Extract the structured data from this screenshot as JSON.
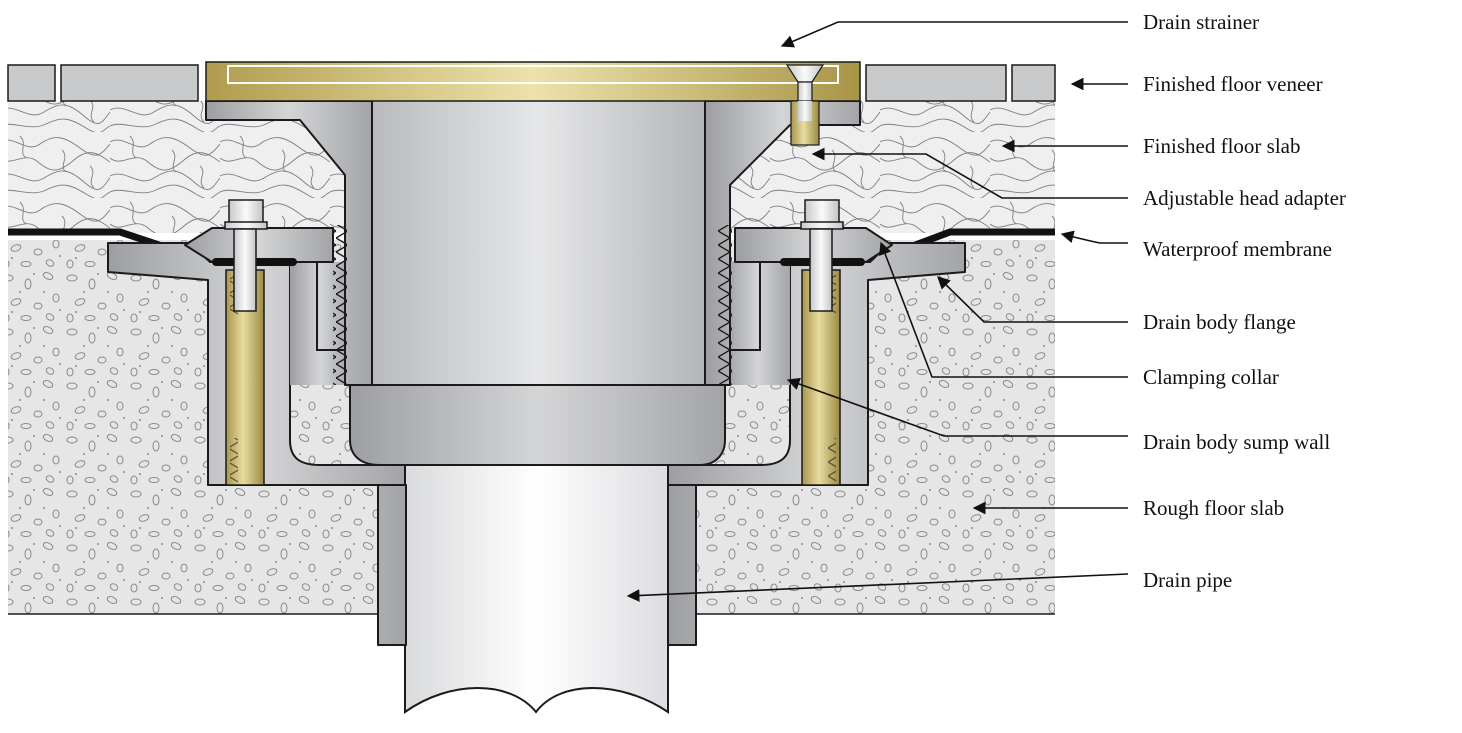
{
  "labels": {
    "drain_strainer": "Drain strainer",
    "finished_floor_veneer": "Finished floor veneer",
    "finished_floor_slab": "Finished floor slab",
    "adjustable_head_adapter": "Adjustable head adapter",
    "waterproof_membrane": "Waterproof membrane",
    "drain_body_flange": "Drain body flange",
    "clamping_collar": "Clamping collar",
    "drain_body_sump_wall": "Drain body sump wall",
    "rough_floor_slab": "Rough floor slab",
    "drain_pipe": "Drain pipe"
  },
  "colors": {
    "tile": "#c9cacc",
    "finished_slab": "#ececec",
    "rough_slab": "#e4e4e4",
    "membrane": "#111111",
    "metal_gray": "#a9abae",
    "brass": "#c4b167",
    "bolt": "#e2e3e5",
    "outline": "#1a1a1a"
  }
}
